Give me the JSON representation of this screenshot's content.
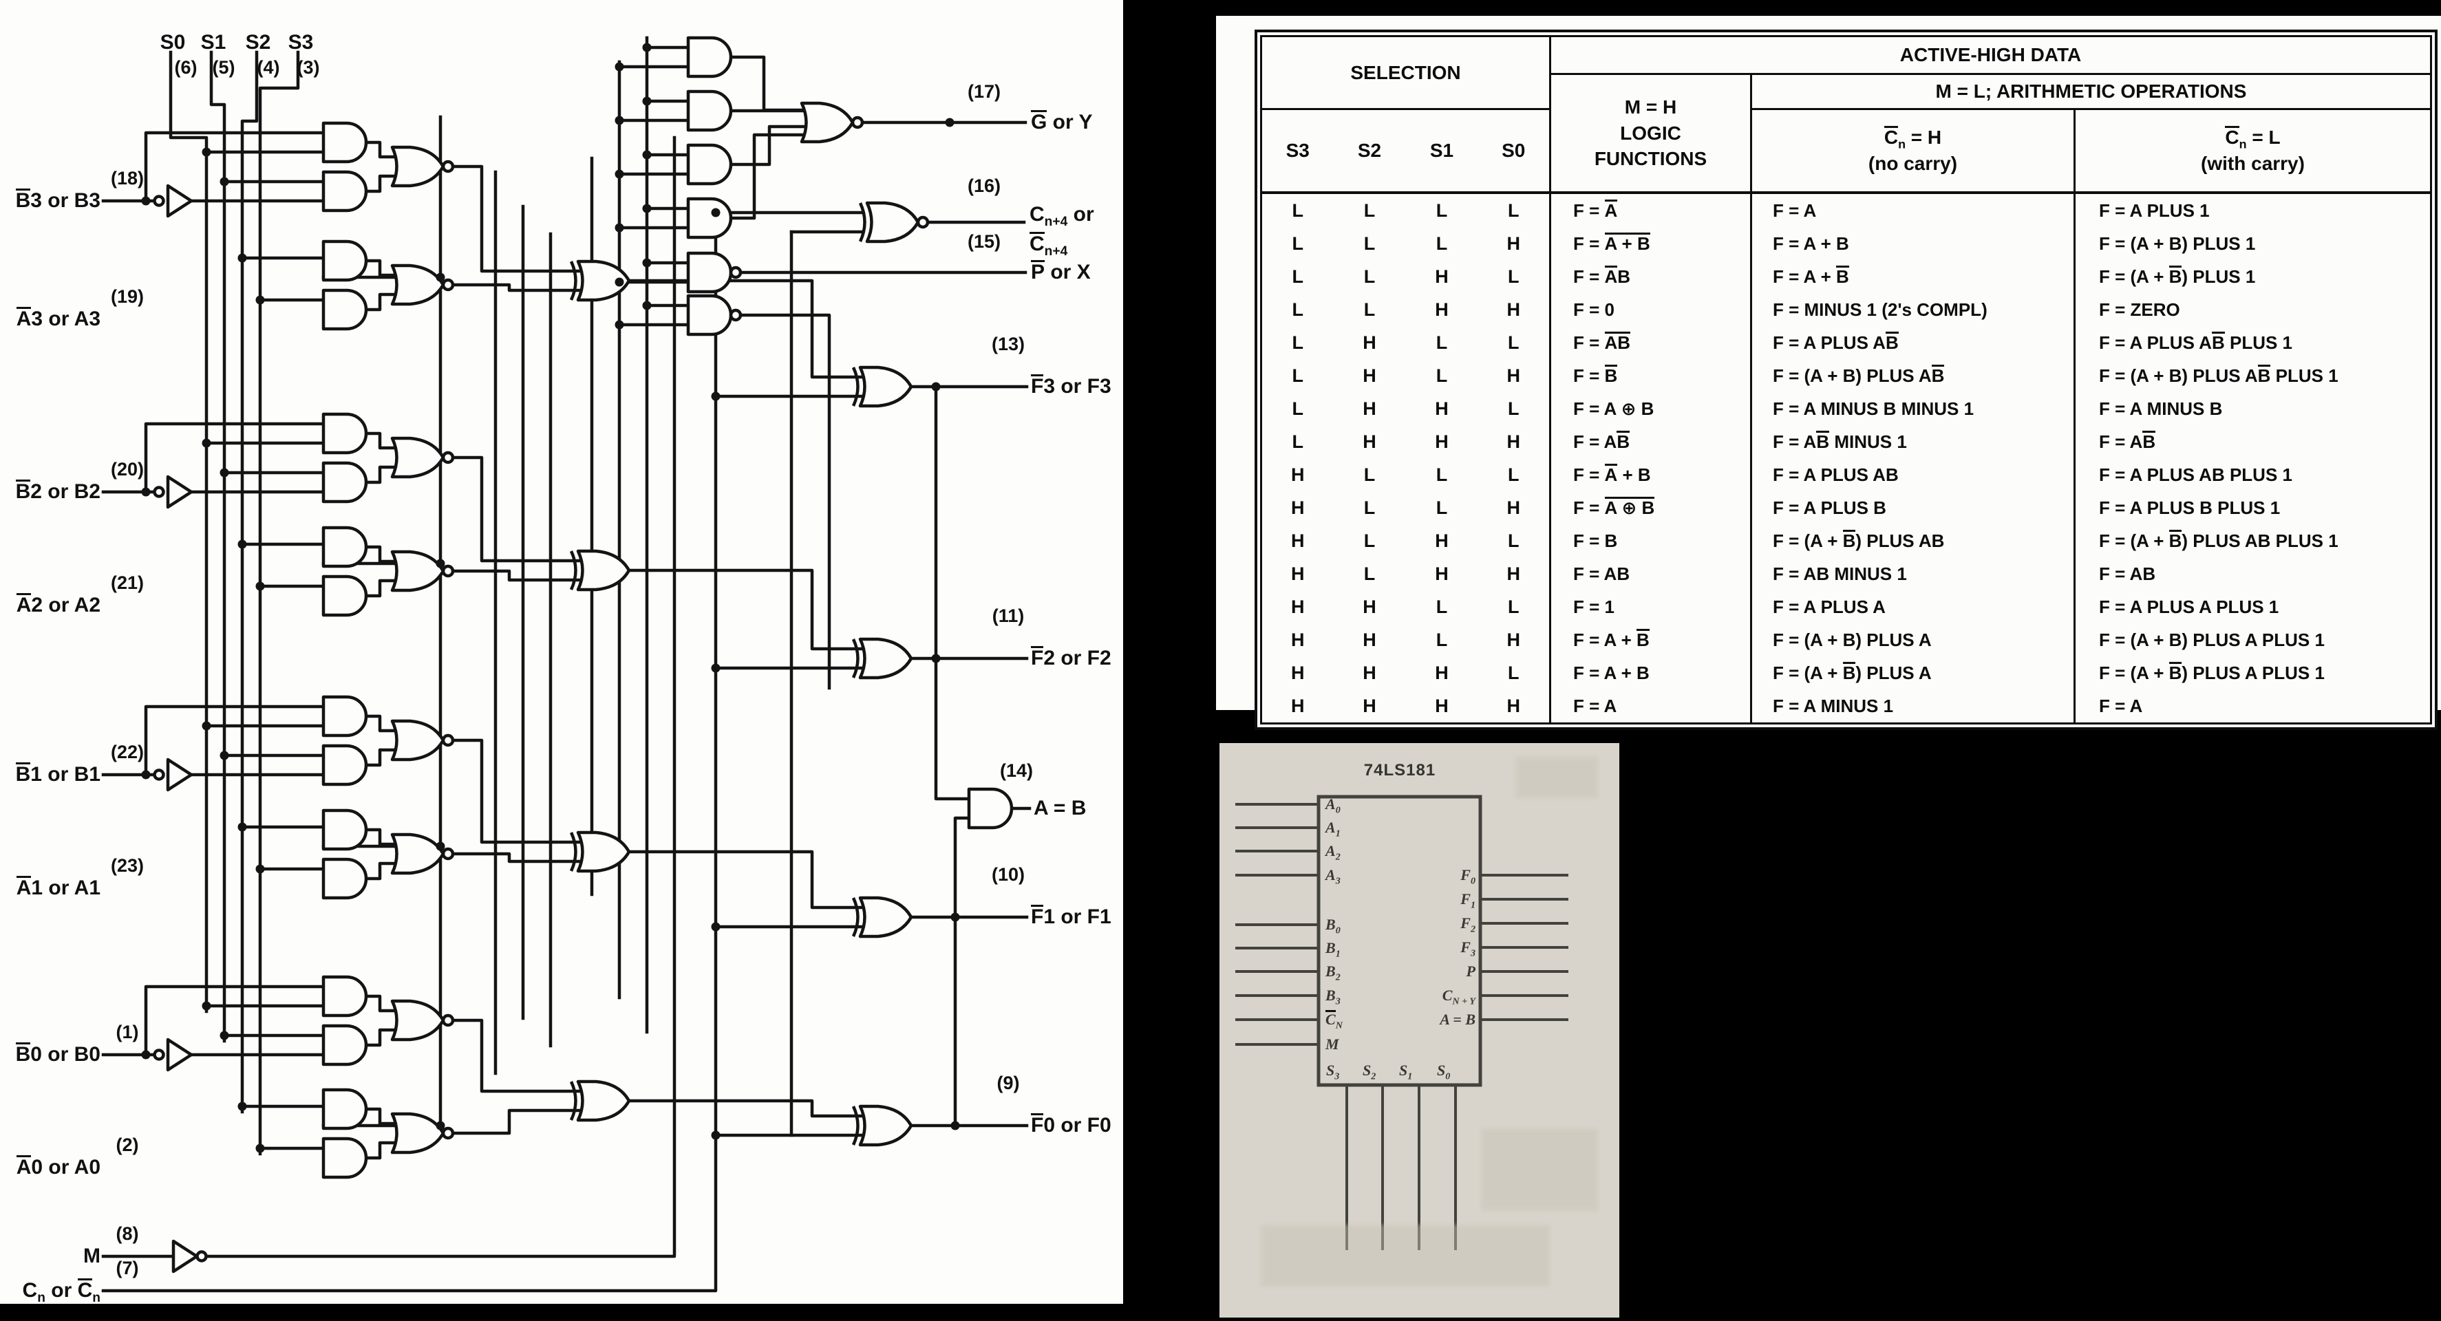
{
  "circuit": {
    "selects": [
      {
        "label": "S0",
        "pin": "(6)"
      },
      {
        "label": "S1",
        "pin": "(5)"
      },
      {
        "label": "S2",
        "pin": "(4)"
      },
      {
        "label": "S3",
        "pin": "(3)"
      }
    ],
    "inputs": [
      {
        "label": "~B~3 or B3",
        "pin": "(18)"
      },
      {
        "label": "~A~3 or A3",
        "pin": "(19)"
      },
      {
        "label": "~B~2 or B2",
        "pin": "(20)"
      },
      {
        "label": "~A~2 or A2",
        "pin": "(21)"
      },
      {
        "label": "~B~1 or B1",
        "pin": "(22)"
      },
      {
        "label": "~A~1 or A1",
        "pin": "(23)"
      },
      {
        "label": "~B~0 or B0",
        "pin": "(1)"
      },
      {
        "label": "~A~0 or A0",
        "pin": "(2)"
      },
      {
        "label": "M",
        "pin": "(8)"
      },
      {
        "label": "C_n_ or ~C~_n_",
        "pin": "(7)"
      }
    ],
    "outputs": [
      {
        "pin": "(17)",
        "label": "~G~ or Y"
      },
      {
        "pin": "(16)",
        "label": "C_n+4_ or",
        "label2": "~C~_n+4_"
      },
      {
        "pin": "(15)",
        "label": "~P~ or X"
      },
      {
        "pin": "(13)",
        "label": "~F~3 or F3"
      },
      {
        "pin": "(11)",
        "label": "~F~2 or F2"
      },
      {
        "pin": "(14)",
        "label": "A = B"
      },
      {
        "pin": "(10)",
        "label": "~F~1 or F1"
      },
      {
        "pin": "(9)",
        "label": "~F~0 or F0"
      }
    ]
  },
  "table": {
    "header": {
      "selection": "SELECTION",
      "active_high": "ACTIVE-HIGH DATA",
      "m_h_line1": "M = H",
      "m_h_line2": "LOGIC",
      "m_h_line3": "FUNCTIONS",
      "m_l": "M = L; ARITHMETIC OPERATIONS",
      "s_cols": [
        "S3",
        "S2",
        "S1",
        "S0"
      ],
      "cn_h_line1": "~C~_n_ = H",
      "cn_h_line2": "(no carry)",
      "cn_l_line1": "~C~_n_ = L",
      "cn_l_line2": "(with carry)"
    },
    "rows": [
      {
        "s": [
          "L",
          "L",
          "L",
          "L"
        ],
        "logic": "F = ~A~",
        "nc": "F = A",
        "wc": "F = A PLUS 1"
      },
      {
        "s": [
          "L",
          "L",
          "L",
          "H"
        ],
        "logic": "F = ~A + B~",
        "nc": "F = A + B",
        "wc": "F = (A + B) PLUS 1"
      },
      {
        "s": [
          "L",
          "L",
          "H",
          "L"
        ],
        "logic": "F = ~A~B",
        "nc": "F = A + ~B~",
        "wc": "F = (A + ~B~) PLUS 1"
      },
      {
        "s": [
          "L",
          "L",
          "H",
          "H"
        ],
        "logic": "F = 0",
        "nc": "F = MINUS 1 (2's COMPL)",
        "wc": "F = ZERO"
      },
      {
        "s": [
          "L",
          "H",
          "L",
          "L"
        ],
        "logic": "F = ~AB~",
        "nc": "F = A PLUS A~B~",
        "wc": "F = A PLUS A~B~ PLUS 1"
      },
      {
        "s": [
          "L",
          "H",
          "L",
          "H"
        ],
        "logic": "F = ~B~",
        "nc": "F = (A + B) PLUS A~B~",
        "wc": "F = (A + B) PLUS A~B~ PLUS 1"
      },
      {
        "s": [
          "L",
          "H",
          "H",
          "L"
        ],
        "logic": "F = A ⊕ B",
        "nc": "F = A MINUS B MINUS 1",
        "wc": "F = A MINUS B"
      },
      {
        "s": [
          "L",
          "H",
          "H",
          "H"
        ],
        "logic": "F = A~B~",
        "nc": "F = A~B~ MINUS 1",
        "wc": "F = A~B~"
      },
      {
        "s": [
          "H",
          "L",
          "L",
          "L"
        ],
        "logic": "F = ~A~ + B",
        "nc": "F = A PLUS AB",
        "wc": "F = A PLUS AB PLUS 1"
      },
      {
        "s": [
          "H",
          "L",
          "L",
          "H"
        ],
        "logic": "F = ~A ⊕ B~",
        "nc": "F = A PLUS B",
        "wc": "F = A PLUS B PLUS 1"
      },
      {
        "s": [
          "H",
          "L",
          "H",
          "L"
        ],
        "logic": "F = B",
        "nc": "F = (A + ~B~) PLUS AB",
        "wc": "F = (A + ~B~) PLUS AB PLUS 1"
      },
      {
        "s": [
          "H",
          "L",
          "H",
          "H"
        ],
        "logic": "F = AB",
        "nc": "F = AB MINUS 1",
        "wc": "F = AB"
      },
      {
        "s": [
          "H",
          "H",
          "L",
          "L"
        ],
        "logic": "F = 1",
        "nc": "F = A PLUS A",
        "wc": "F = A PLUS A PLUS 1"
      },
      {
        "s": [
          "H",
          "H",
          "L",
          "H"
        ],
        "logic": "F = A + ~B~",
        "nc": "F = (A + B) PLUS A",
        "wc": "F = (A + B) PLUS A PLUS 1"
      },
      {
        "s": [
          "H",
          "H",
          "H",
          "L"
        ],
        "logic": "F = A + B",
        "nc": "F = (A + ~B~) PLUS A",
        "wc": "F = (A + ~B~) PLUS A PLUS 1"
      },
      {
        "s": [
          "H",
          "H",
          "H",
          "H"
        ],
        "logic": "F = A",
        "nc": "F = A MINUS 1",
        "wc": "F = A"
      }
    ]
  },
  "chip": {
    "title": "74LS181",
    "left_pins": [
      "A_0_",
      "A_1_",
      "A_2_",
      "A_3_",
      "B_0_",
      "B_1_",
      "B_2_",
      "B_3_",
      "~C~_N_",
      "M"
    ],
    "right_pins": [
      "F_0_",
      "F_1_",
      "F_2_",
      "F_3_",
      "P",
      "C_N + Y_",
      "A = B"
    ],
    "bottom_pins": [
      "S_3_",
      "S_2_",
      "S_1_",
      "S_0_"
    ]
  }
}
